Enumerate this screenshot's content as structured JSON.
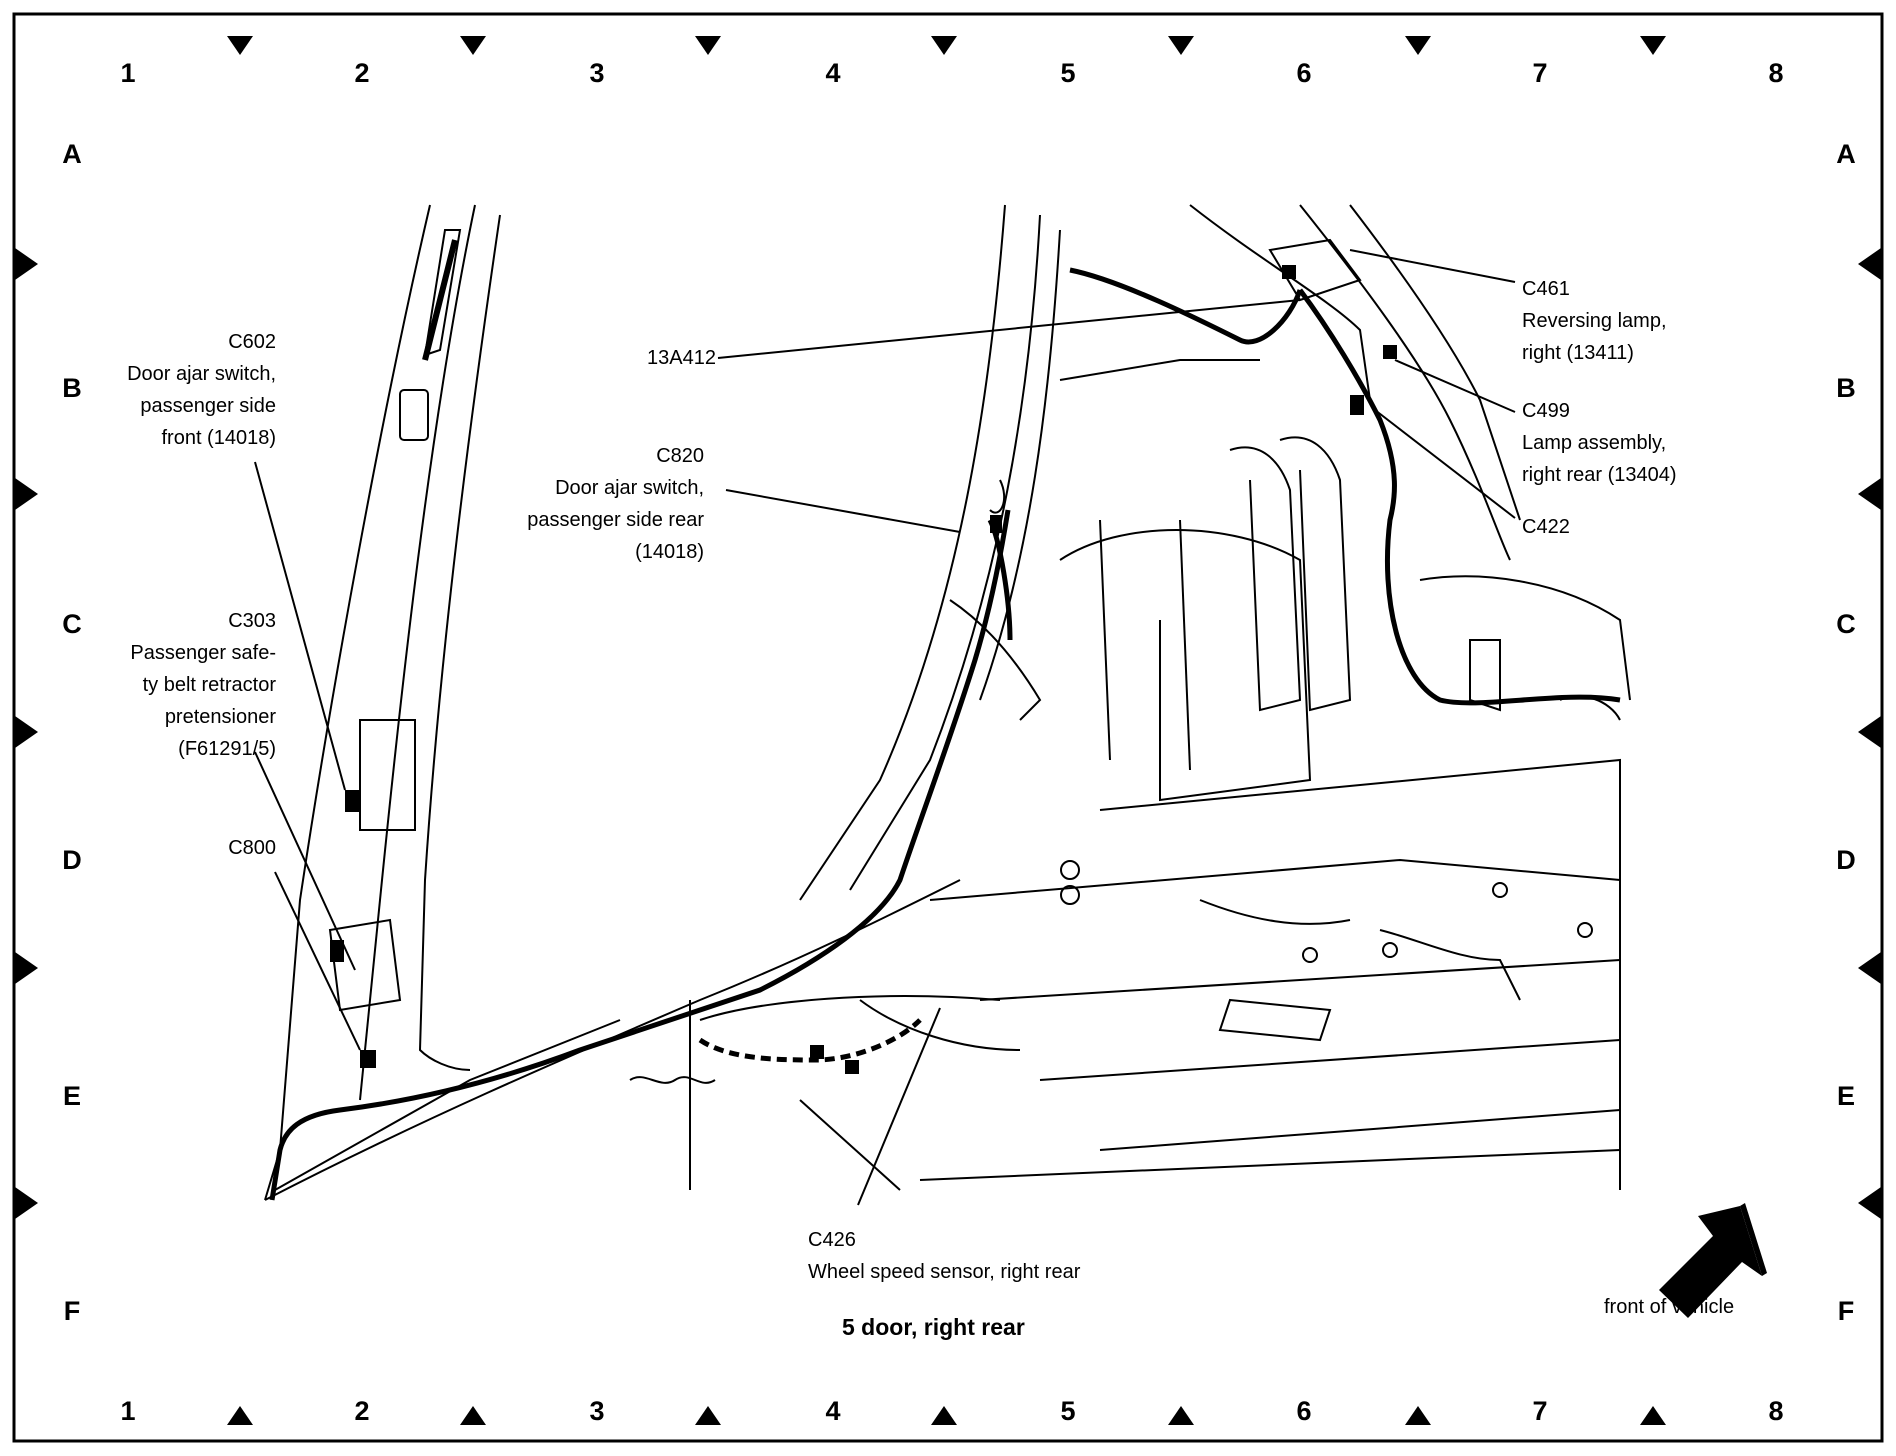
{
  "grid": {
    "columns": [
      "1",
      "2",
      "3",
      "4",
      "5",
      "6",
      "7",
      "8"
    ],
    "rows": [
      "A",
      "B",
      "C",
      "D",
      "E",
      "F"
    ]
  },
  "caption": "5 door, right rear",
  "orientation_label": "front of vehicle",
  "callouts": {
    "c602": {
      "id": "C602",
      "lines": [
        "Door ajar switch,",
        "passenger side",
        "front (14018)"
      ]
    },
    "c303": {
      "id": "C303",
      "lines": [
        "Passenger safe-",
        "ty belt retractor",
        "pretensioner",
        "(F61291/5)"
      ]
    },
    "c800": {
      "id": "C800",
      "lines": []
    },
    "wire": {
      "id": "13A412",
      "lines": []
    },
    "c820": {
      "id": "C820",
      "lines": [
        "Door ajar switch,",
        "passenger side rear",
        "(14018)"
      ]
    },
    "c461": {
      "id": "C461",
      "lines": [
        "Reversing lamp,",
        "right (13411)"
      ]
    },
    "c499": {
      "id": "C499",
      "lines": [
        "Lamp assembly,",
        "right rear (13404)"
      ]
    },
    "c422": {
      "id": "C422",
      "lines": []
    },
    "c426": {
      "id": "C426",
      "lines": [
        "Wheel speed sensor, right rear"
      ]
    }
  }
}
